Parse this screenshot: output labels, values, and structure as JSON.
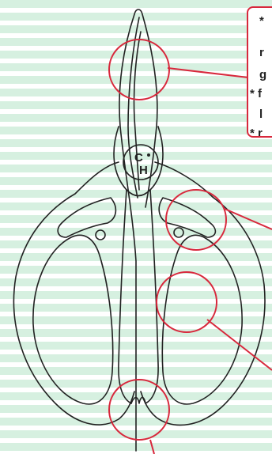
{
  "brand": {
    "logo_letter_top": "C",
    "logo_letter_bottom": "H"
  },
  "callout": {
    "lines": [
      "*",
      "r",
      "g",
      "* f",
      "l",
      "* r"
    ]
  },
  "colors": {
    "stripe": "#d6f0e0",
    "accent": "#d8283c",
    "outline": "#222222"
  },
  "icons": {
    "logo": "brand-logo-icon"
  }
}
